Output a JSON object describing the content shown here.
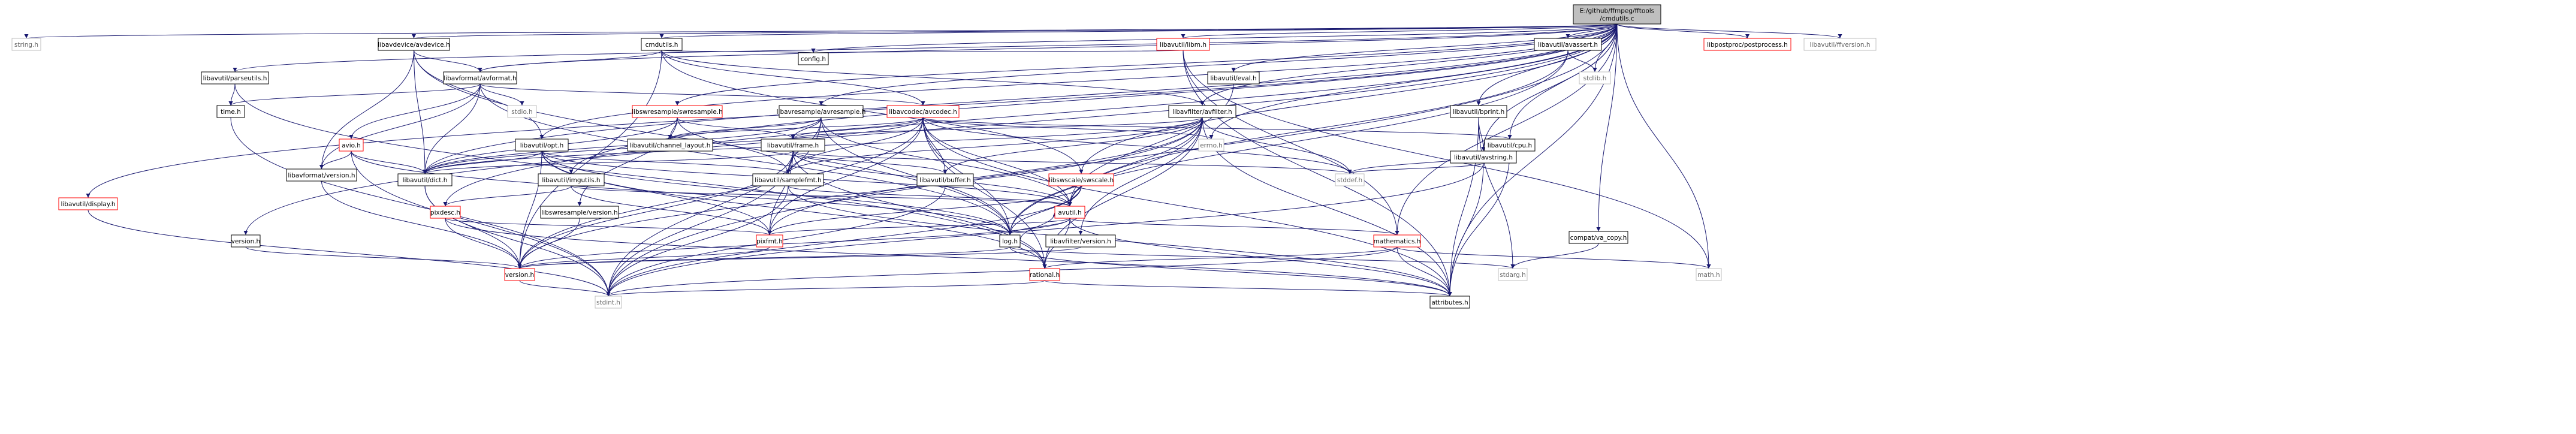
{
  "colors": {
    "edge": "#191970",
    "node_border": "#000000",
    "node_red_border": "#ff0000",
    "root_fill": "#bfbfbf",
    "system_text": "#666666",
    "system_border": "#bfbfbf",
    "text": "#000000"
  },
  "graph": {
    "root": {
      "id": "root",
      "label": [
        "E:/github/ffmpeg/fftools",
        "/cmdutils.c"
      ]
    },
    "nodes": [
      {
        "id": "string",
        "label": "string.h",
        "kind": "system"
      },
      {
        "id": "avdevice",
        "label": "libavdevice/avdevice.h",
        "kind": "normal"
      },
      {
        "id": "cmdutils_h",
        "label": "cmdutils.h",
        "kind": "normal"
      },
      {
        "id": "libm",
        "label": "libavutil/libm.h",
        "kind": "red"
      },
      {
        "id": "avassert",
        "label": "libavutil/avassert.h",
        "kind": "normal"
      },
      {
        "id": "postprocess",
        "label": "libpostproc/postprocess.h",
        "kind": "red"
      },
      {
        "id": "ffversion",
        "label": "libavutil/ffversion.h",
        "kind": "system"
      },
      {
        "id": "parseutils",
        "label": "libavutil/parseutils.h",
        "kind": "normal"
      },
      {
        "id": "avformat",
        "label": "libavformat/avformat.h",
        "kind": "normal"
      },
      {
        "id": "eval",
        "label": "libavutil/eval.h",
        "kind": "normal"
      },
      {
        "id": "config",
        "label": "config.h",
        "kind": "normal"
      },
      {
        "id": "stdlib",
        "label": "stdlib.h",
        "kind": "system"
      },
      {
        "id": "time",
        "label": "time.h",
        "kind": "normal"
      },
      {
        "id": "stdio",
        "label": "stdio.h",
        "kind": "system"
      },
      {
        "id": "swresample_h",
        "label": "libswresample/swresample.h",
        "kind": "red"
      },
      {
        "id": "avresample",
        "label": "libavresample/avresample.h",
        "kind": "normal"
      },
      {
        "id": "avcodec",
        "label": "libavcodec/avcodec.h",
        "kind": "red"
      },
      {
        "id": "avfilter",
        "label": "libavfilter/avfilter.h",
        "kind": "normal"
      },
      {
        "id": "bprint",
        "label": "libavutil/bprint.h",
        "kind": "normal"
      },
      {
        "id": "avio",
        "label": "avio.h",
        "kind": "red"
      },
      {
        "id": "opt",
        "label": "libavutil/opt.h",
        "kind": "normal"
      },
      {
        "id": "channel_layout",
        "label": "libavutil/channel_layout.h",
        "kind": "normal"
      },
      {
        "id": "frame",
        "label": "libavutil/frame.h",
        "kind": "normal"
      },
      {
        "id": "errno",
        "label": "errno.h",
        "kind": "system"
      },
      {
        "id": "cpu",
        "label": "libavutil/cpu.h",
        "kind": "normal"
      },
      {
        "id": "avstring",
        "label": "libavutil/avstring.h",
        "kind": "normal"
      },
      {
        "id": "display",
        "label": "libavutil/display.h",
        "kind": "red"
      },
      {
        "id": "lavf_version",
        "label": "libavformat/version.h",
        "kind": "normal"
      },
      {
        "id": "dict",
        "label": "libavutil/dict.h",
        "kind": "normal"
      },
      {
        "id": "imgutils",
        "label": "libavutil/imgutils.h",
        "kind": "normal"
      },
      {
        "id": "samplefmt",
        "label": "libavutil/samplefmt.h",
        "kind": "normal"
      },
      {
        "id": "buffer",
        "label": "libavutil/buffer.h",
        "kind": "normal"
      },
      {
        "id": "swscale",
        "label": "libswscale/swscale.h",
        "kind": "red"
      },
      {
        "id": "stddef",
        "label": "stddef.h",
        "kind": "system"
      },
      {
        "id": "pixdesc",
        "label": "pixdesc.h",
        "kind": "red"
      },
      {
        "id": "swr_version",
        "label": "libswresample/version.h",
        "kind": "normal"
      },
      {
        "id": "avutil",
        "label": "avutil.h",
        "kind": "red"
      },
      {
        "id": "compat_va_copy",
        "label": "compat/va_copy.h",
        "kind": "normal"
      },
      {
        "id": "version_lc",
        "label": "version.h",
        "kind": "normal"
      },
      {
        "id": "pixfmt",
        "label": "pixfmt.h",
        "kind": "red"
      },
      {
        "id": "log",
        "label": "log.h",
        "kind": "normal"
      },
      {
        "id": "lavfi_version",
        "label": "libavfilter/version.h",
        "kind": "normal"
      },
      {
        "id": "mathematics",
        "label": "mathematics.h",
        "kind": "red"
      },
      {
        "id": "version_h",
        "label": "version.h",
        "kind": "red"
      },
      {
        "id": "rational",
        "label": "rational.h",
        "kind": "red"
      },
      {
        "id": "stdarg",
        "label": "stdarg.h",
        "kind": "system"
      },
      {
        "id": "math",
        "label": "math.h",
        "kind": "system"
      },
      {
        "id": "stdint",
        "label": "stdint.h",
        "kind": "system"
      },
      {
        "id": "attributes",
        "label": "attributes.h",
        "kind": "normal"
      }
    ],
    "edges": [
      [
        "root",
        "string"
      ],
      [
        "root",
        "avdevice"
      ],
      [
        "root",
        "cmdutils_h"
      ],
      [
        "root",
        "libm"
      ],
      [
        "root",
        "avassert"
      ],
      [
        "root",
        "postprocess"
      ],
      [
        "root",
        "ffversion"
      ],
      [
        "root",
        "parseutils"
      ],
      [
        "root",
        "avformat"
      ],
      [
        "root",
        "eval"
      ],
      [
        "root",
        "config"
      ],
      [
        "root",
        "stdlib"
      ],
      [
        "root",
        "swresample_h"
      ],
      [
        "root",
        "avresample"
      ],
      [
        "root",
        "avfilter"
      ],
      [
        "root",
        "bprint"
      ],
      [
        "root",
        "opt"
      ],
      [
        "root",
        "errno"
      ],
      [
        "root",
        "cpu"
      ],
      [
        "root",
        "avstring"
      ],
      [
        "root",
        "display"
      ],
      [
        "root",
        "dict"
      ],
      [
        "root",
        "imgutils"
      ],
      [
        "root",
        "swscale"
      ],
      [
        "root",
        "pixdesc"
      ],
      [
        "root",
        "compat_va_copy"
      ],
      [
        "root",
        "version_lc"
      ],
      [
        "root",
        "math"
      ],
      [
        "root",
        "stdint"
      ],
      [
        "root",
        "attributes"
      ],
      [
        "root",
        "mathematics"
      ],
      [
        "avdevice",
        "avformat"
      ],
      [
        "avdevice",
        "dict"
      ],
      [
        "avdevice",
        "opt"
      ],
      [
        "avdevice",
        "log"
      ],
      [
        "avdevice",
        "lavf_version"
      ],
      [
        "cmdutils_h",
        "avformat"
      ],
      [
        "cmdutils_h",
        "avcodec"
      ],
      [
        "cmdutils_h",
        "avfilter"
      ],
      [
        "cmdutils_h",
        "swscale"
      ],
      [
        "cmdutils_h",
        "config"
      ],
      [
        "cmdutils_h",
        "version_h"
      ],
      [
        "libm",
        "config"
      ],
      [
        "libm",
        "attributes"
      ],
      [
        "libm",
        "math"
      ],
      [
        "libm",
        "mathematics"
      ],
      [
        "avassert",
        "stdlib"
      ],
      [
        "avassert",
        "avutil"
      ],
      [
        "avassert",
        "log"
      ],
      [
        "parseutils",
        "time"
      ],
      [
        "parseutils",
        "rational"
      ],
      [
        "avformat",
        "time"
      ],
      [
        "avformat",
        "stdio"
      ],
      [
        "avformat",
        "avcodec"
      ],
      [
        "avformat",
        "dict"
      ],
      [
        "avformat",
        "log"
      ],
      [
        "avformat",
        "avio"
      ],
      [
        "avformat",
        "lavf_version"
      ],
      [
        "eval",
        "avutil"
      ],
      [
        "time",
        "stdint"
      ],
      [
        "swresample_h",
        "channel_layout"
      ],
      [
        "swresample_h",
        "frame"
      ],
      [
        "swresample_h",
        "dict"
      ],
      [
        "swresample_h",
        "swr_version"
      ],
      [
        "swresample_h",
        "samplefmt"
      ],
      [
        "avresample",
        "channel_layout"
      ],
      [
        "avresample",
        "frame"
      ],
      [
        "avresample",
        "dict"
      ],
      [
        "avresample",
        "log"
      ],
      [
        "avresample",
        "samplefmt"
      ],
      [
        "avresample",
        "avutil"
      ],
      [
        "avresample",
        "stdint"
      ],
      [
        "avcodec",
        "errno"
      ],
      [
        "avcodec",
        "frame"
      ],
      [
        "avcodec",
        "channel_layout"
      ],
      [
        "avcodec",
        "dict"
      ],
      [
        "avcodec",
        "samplefmt"
      ],
      [
        "avcodec",
        "buffer"
      ],
      [
        "avcodec",
        "cpu"
      ],
      [
        "avcodec",
        "avutil"
      ],
      [
        "avcodec",
        "log"
      ],
      [
        "avcodec",
        "pixfmt"
      ],
      [
        "avcodec",
        "rational"
      ],
      [
        "avcodec",
        "attributes"
      ],
      [
        "avcodec",
        "version_h"
      ],
      [
        "avcodec",
        "stddef"
      ],
      [
        "avfilter",
        "stddef"
      ],
      [
        "avfilter",
        "attributes"
      ],
      [
        "avfilter",
        "avutil"
      ],
      [
        "avfilter",
        "buffer"
      ],
      [
        "avfilter",
        "dict"
      ],
      [
        "avfilter",
        "frame"
      ],
      [
        "avfilter",
        "log"
      ],
      [
        "avfilter",
        "samplefmt"
      ],
      [
        "avfilter",
        "pixfmt"
      ],
      [
        "avfilter",
        "rational"
      ],
      [
        "avfilter",
        "lavfi_version"
      ],
      [
        "avfilter",
        "version_h"
      ],
      [
        "bprint",
        "stdarg"
      ],
      [
        "bprint",
        "attributes"
      ],
      [
        "bprint",
        "avstring"
      ],
      [
        "avio",
        "dict"
      ],
      [
        "avio",
        "log"
      ],
      [
        "avio",
        "lavf_version"
      ],
      [
        "avio",
        "stdint"
      ],
      [
        "opt",
        "rational"
      ],
      [
        "opt",
        "avutil"
      ],
      [
        "opt",
        "dict"
      ],
      [
        "opt",
        "log"
      ],
      [
        "opt",
        "pixfmt"
      ],
      [
        "opt",
        "samplefmt"
      ],
      [
        "opt",
        "version_h"
      ],
      [
        "frame",
        "stddef"
      ],
      [
        "frame",
        "stdint"
      ],
      [
        "frame",
        "avutil"
      ],
      [
        "frame",
        "buffer"
      ],
      [
        "frame",
        "dict"
      ],
      [
        "frame",
        "rational"
      ],
      [
        "frame",
        "samplefmt"
      ],
      [
        "frame",
        "pixfmt"
      ],
      [
        "frame",
        "version_h"
      ],
      [
        "cpu",
        "stddef"
      ],
      [
        "cpu",
        "attributes"
      ],
      [
        "avstring",
        "stddef"
      ],
      [
        "avstring",
        "stdint"
      ],
      [
        "avstring",
        "attributes"
      ],
      [
        "display",
        "stdint"
      ],
      [
        "lavf_version",
        "version_h"
      ],
      [
        "dict",
        "stdint"
      ],
      [
        "dict",
        "version_h"
      ],
      [
        "imgutils",
        "avutil"
      ],
      [
        "imgutils",
        "pixdesc"
      ],
      [
        "imgutils",
        "pixfmt"
      ],
      [
        "samplefmt",
        "stdint"
      ],
      [
        "samplefmt",
        "avutil"
      ],
      [
        "samplefmt",
        "attributes"
      ],
      [
        "buffer",
        "stdint"
      ],
      [
        "swscale",
        "stdint"
      ],
      [
        "swscale",
        "avutil"
      ],
      [
        "swscale",
        "log"
      ],
      [
        "swscale",
        "pixfmt"
      ],
      [
        "pixdesc",
        "attributes"
      ],
      [
        "pixdesc",
        "pixfmt"
      ],
      [
        "pixdesc",
        "version_h"
      ],
      [
        "swr_version",
        "version_h"
      ],
      [
        "avutil",
        "attributes"
      ],
      [
        "avutil",
        "version_h"
      ],
      [
        "avutil",
        "common"
      ],
      [
        "avutil",
        "rational"
      ],
      [
        "avutil",
        "mathematics"
      ],
      [
        "avutil",
        "log"
      ],
      [
        "avutil",
        "pixfmt"
      ],
      [
        "compat_va_copy",
        "stdarg"
      ],
      [
        "version_lc",
        "version_h"
      ],
      [
        "pixfmt",
        "version_h"
      ],
      [
        "log",
        "stdarg"
      ],
      [
        "log",
        "avutil"
      ],
      [
        "log",
        "attributes"
      ],
      [
        "log",
        "version_h"
      ],
      [
        "lavfi_version",
        "version_h"
      ],
      [
        "mathematics",
        "stdint"
      ],
      [
        "mathematics",
        "math"
      ],
      [
        "mathematics",
        "attributes"
      ],
      [
        "mathematics",
        "rational"
      ],
      [
        "version_h",
        "stdint"
      ],
      [
        "rational",
        "stdint"
      ],
      [
        "rational",
        "attributes"
      ]
    ]
  }
}
